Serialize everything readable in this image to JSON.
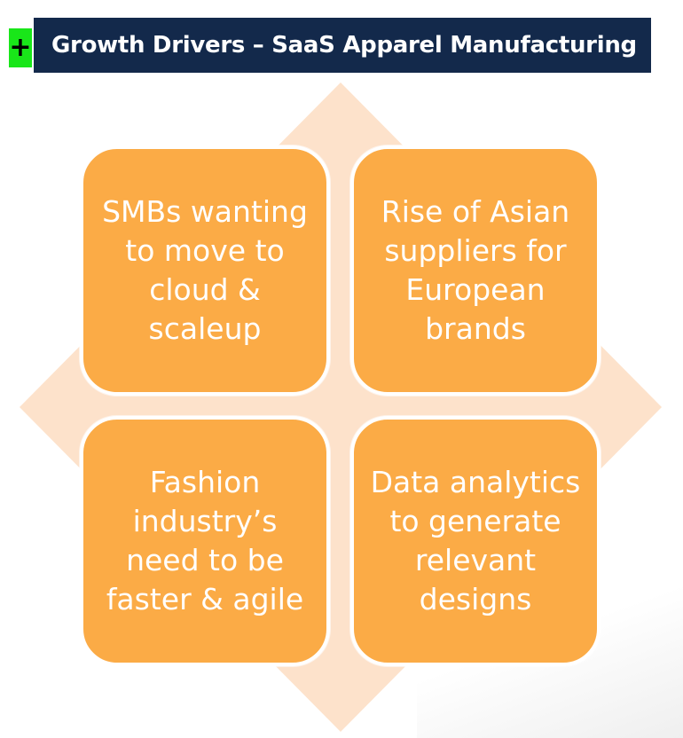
{
  "header": {
    "badge": "+",
    "title": "Growth Drivers – SaaS Apparel Manufacturing"
  },
  "colors": {
    "title_bar": "#13294b",
    "badge": "#19e619",
    "box_fill": "#fbab46",
    "diamond_fill": "#fde2cb"
  },
  "drivers": [
    {
      "text": "SMBs wanting to move to cloud & scaleup"
    },
    {
      "text": "Rise of Asian suppliers for European brands"
    },
    {
      "text": "Fashion industry’s need to be faster & agile"
    },
    {
      "text": "Data analytics to generate relevant designs"
    }
  ]
}
